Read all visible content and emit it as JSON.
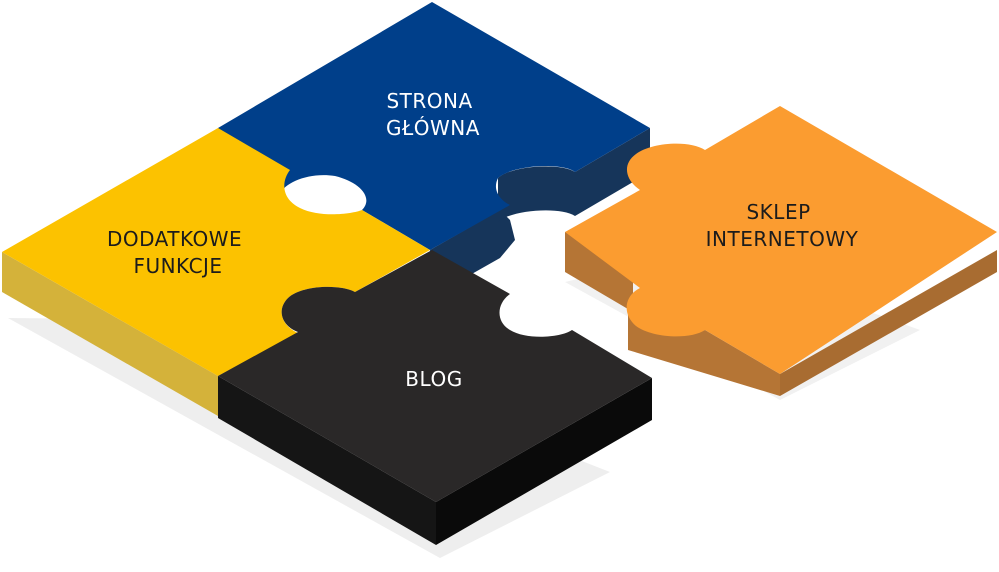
{
  "pieces": {
    "strona_glowna": {
      "line1": "STRONA",
      "line2": "GŁÓWNA",
      "color": "#003f8a",
      "side": "#16355a",
      "text_color": "#ffffff"
    },
    "dodatkowe_funkcje": {
      "line1": "DODATKOWE",
      "line2": "FUNKCJE",
      "color": "#fcc200",
      "side": "#d4b23a",
      "text_color": "#1c1c1c"
    },
    "blog": {
      "line1": "BLOG",
      "color": "#2a2828",
      "side": "#0c0c0c",
      "text_color": "#ffffff"
    },
    "sklep_internetowy": {
      "line1": "SKLEP",
      "line2": "INTERNETOWY",
      "color": "#fb9c30",
      "side": "#b57535",
      "text_color": "#1c1c1c"
    }
  },
  "colors": {
    "shadow": "#eeeeee",
    "background": "#ffffff"
  }
}
